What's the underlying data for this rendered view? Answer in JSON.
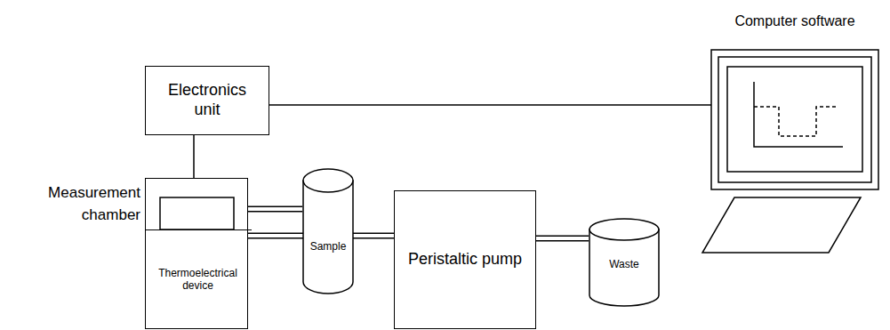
{
  "diagram": {
    "nodes": [
      {
        "text": [
          "Electronics unit"
        ]
      },
      {
        "text": [
          "Measurement chamber"
        ]
      },
      {
        "text": [
          "Thermoelectrical device"
        ],
        "in": 1
      },
      {
        "text": [
          "Sample"
        ]
      },
      {
        "text": [
          "Peristaltic pump"
        ]
      },
      {
        "text": [
          "Waste"
        ]
      },
      {
        "text": [
          "Computer software"
        ]
      }
    ],
    "edges": [
      {
        "from": 0,
        "to": 1,
        "arrow": "none"
      },
      {
        "from": 0,
        "to": 6,
        "arrow": "none"
      },
      {
        "from": 1,
        "to": 3,
        "arrow": "none"
      },
      {
        "from": 1,
        "to": 4,
        "arrow": "none"
      },
      {
        "from": 4,
        "to": 5,
        "arrow": "none"
      }
    ]
  }
}
